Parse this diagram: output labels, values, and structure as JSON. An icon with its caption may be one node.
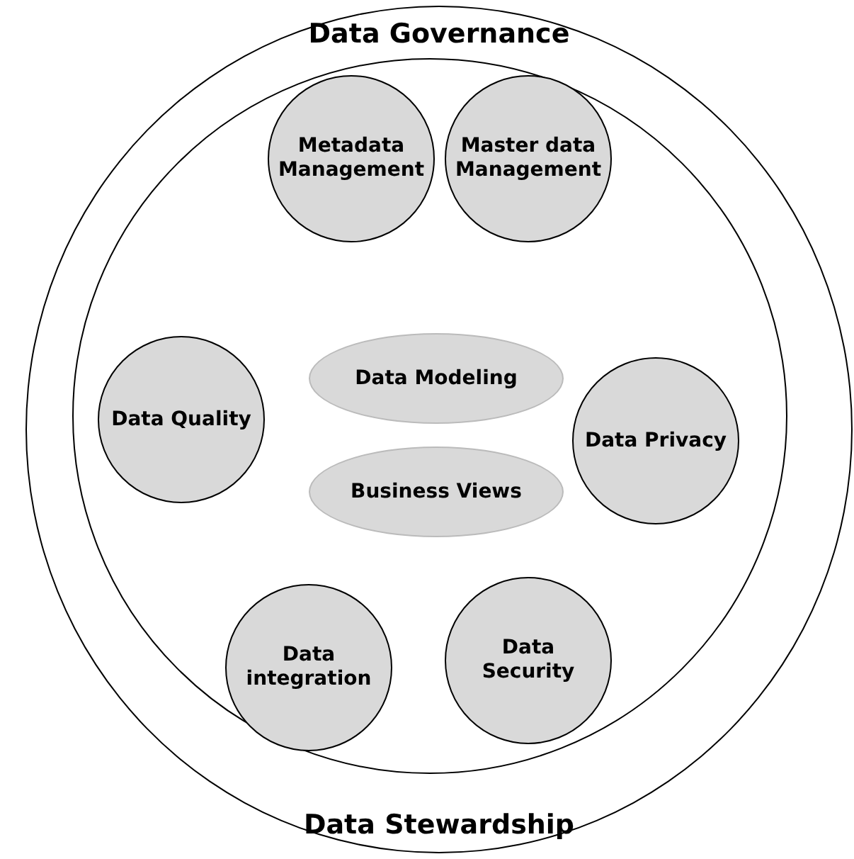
{
  "diagram": {
    "nodes": [
      {
        "text": [
          "Data Governance",
          "Data Stewardship"
        ]
      },
      {
        "text": [],
        "shape": "circle",
        "in": 0
      },
      {
        "text": [
          "Metadata Management"
        ],
        "in": 1
      },
      {
        "text": [
          "Master data Management"
        ],
        "in": 1
      },
      {
        "text": [
          "Data Quality"
        ],
        "in": 1
      },
      {
        "text": [
          "Data Modeling"
        ],
        "in": 1
      },
      {
        "text": [
          "Data Privacy"
        ],
        "in": 1
      },
      {
        "text": [
          "Business Views"
        ],
        "in": 1
      },
      {
        "text": [
          "Data integration"
        ],
        "in": 1
      },
      {
        "text": [
          "Data Security"
        ],
        "in": 1
      }
    ],
    "edges": []
  }
}
